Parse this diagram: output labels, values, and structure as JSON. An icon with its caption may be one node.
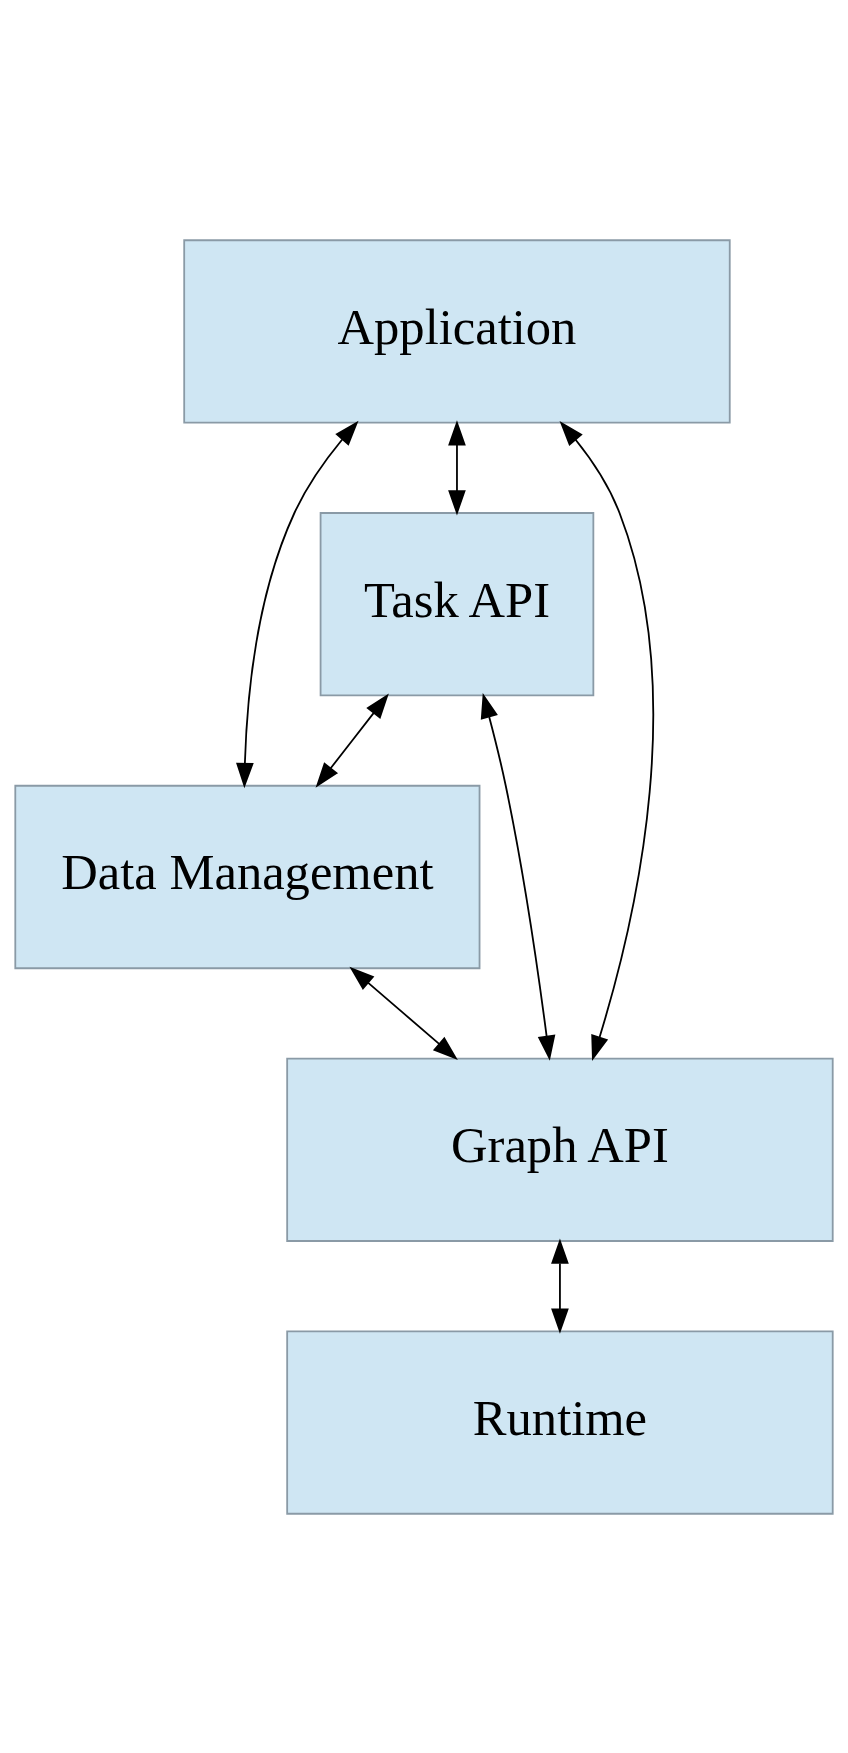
{
  "diagram": {
    "nodes": [
      {
        "text": [
          "Application"
        ]
      },
      {
        "text": [
          "Task API"
        ]
      },
      {
        "text": [
          "Data Management"
        ]
      },
      {
        "text": [
          "Graph API"
        ]
      },
      {
        "text": [
          "Runtime"
        ]
      }
    ],
    "edges": [
      {
        "from": 0,
        "to": 1,
        "arrow": "both"
      },
      {
        "from": 0,
        "to": 2,
        "arrow": "both"
      },
      {
        "from": 0,
        "to": 3,
        "arrow": "both"
      },
      {
        "from": 1,
        "to": 2,
        "arrow": "both"
      },
      {
        "from": 1,
        "to": 3,
        "arrow": "both"
      },
      {
        "from": 2,
        "to": 3,
        "arrow": "both"
      },
      {
        "from": 3,
        "to": 4,
        "arrow": "both"
      }
    ]
  }
}
